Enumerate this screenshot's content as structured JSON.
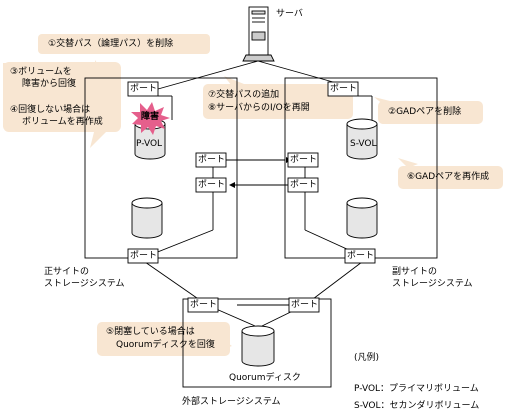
{
  "server": {
    "label": "サーバ"
  },
  "ports": {
    "label": "ポート"
  },
  "pvol": {
    "label": "P-VOL",
    "failure_label": "障害"
  },
  "svol": {
    "label": "S-VOL"
  },
  "sites": {
    "primary": {
      "line1": "正サイトの",
      "line2": "ストレージシステム"
    },
    "secondary": {
      "line1": "副サイトの",
      "line2": "ストレージシステム"
    },
    "external": {
      "label": "外部ストレージシステム"
    }
  },
  "quorum": {
    "label": "Quorumディスク"
  },
  "callouts": {
    "c1": "①交替パス（論理パス）を削除",
    "c2": "②GADペアを削除",
    "c3a": "③ボリュームを",
    "c3b": "障害から回復",
    "c4a": "④回復しない場合は",
    "c4b": "ボリュームを再作成",
    "c5a": "⑤閉塞している場合は",
    "c5b": "Quorumディスクを回復",
    "c6": "⑥GADペアを再作成",
    "c7a": "⑦交替パスの追加",
    "c7b": "⑧サーバからのI/Oを再開"
  },
  "legend": {
    "title": "(凡例)",
    "pvol": "P-VOL：プライマリボリューム",
    "svol": "S-VOL：セカンダリボリューム"
  },
  "colors": {
    "callout_fill": "#f8e6d2",
    "burst_fill": "#e55f8c"
  }
}
